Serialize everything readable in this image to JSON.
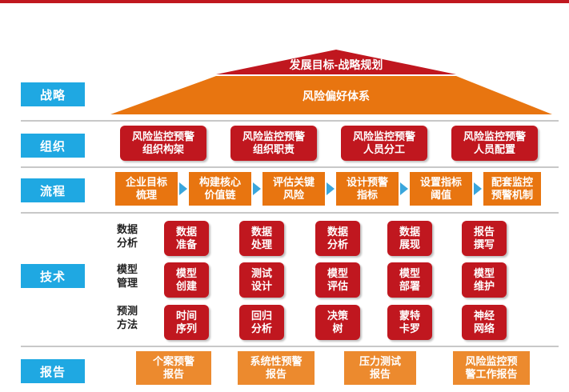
{
  "colors": {
    "red": "#c0171f",
    "blue": "#1fa8e2",
    "orange": "#e87510",
    "arrow": "#3aa6dc"
  },
  "rows": {
    "strategy": "战略",
    "organization": "组织",
    "process": "流程",
    "technology": "技术",
    "report": "报告"
  },
  "roof": {
    "top": "发展目标-战略规划",
    "bottom": "风险偏好体系"
  },
  "organization": [
    [
      "风险监控预警",
      "组织构架"
    ],
    [
      "风险监控预警",
      "组织职责"
    ],
    [
      "风险监控预警",
      "人员分工"
    ],
    [
      "风险监控预警",
      "人员配置"
    ]
  ],
  "process": [
    [
      "企业目标",
      "梳理"
    ],
    [
      "构建核心",
      "价值链"
    ],
    [
      "评估关键",
      "风险"
    ],
    [
      "设计预警",
      "指标"
    ],
    [
      "设置指标",
      "阈值"
    ],
    [
      "配套监控",
      "预警机制"
    ]
  ],
  "technology": {
    "rows": [
      {
        "label": [
          "数据",
          "分析"
        ],
        "items": [
          [
            "数据",
            "准备"
          ],
          [
            "数据",
            "处理"
          ],
          [
            "数据",
            "分析"
          ],
          [
            "数据",
            "展现"
          ],
          [
            "报告",
            "撰写"
          ]
        ]
      },
      {
        "label": [
          "模型",
          "管理"
        ],
        "items": [
          [
            "模型",
            "创建"
          ],
          [
            "测试",
            "设计"
          ],
          [
            "模型",
            "评估"
          ],
          [
            "模型",
            "部署"
          ],
          [
            "模型",
            "维护"
          ]
        ]
      },
      {
        "label": [
          "预测",
          "方法"
        ],
        "items": [
          [
            "时间",
            "序列"
          ],
          [
            "回归",
            "分析"
          ],
          [
            "决策",
            "树"
          ],
          [
            "蒙特",
            "卡罗"
          ],
          [
            "神经",
            "网络"
          ]
        ]
      }
    ]
  },
  "report": [
    [
      "个案预警",
      "报告"
    ],
    [
      "系统性预警",
      "报告"
    ],
    [
      "压力测试",
      "报告"
    ],
    [
      "风险监控预",
      "警工作报告"
    ]
  ]
}
